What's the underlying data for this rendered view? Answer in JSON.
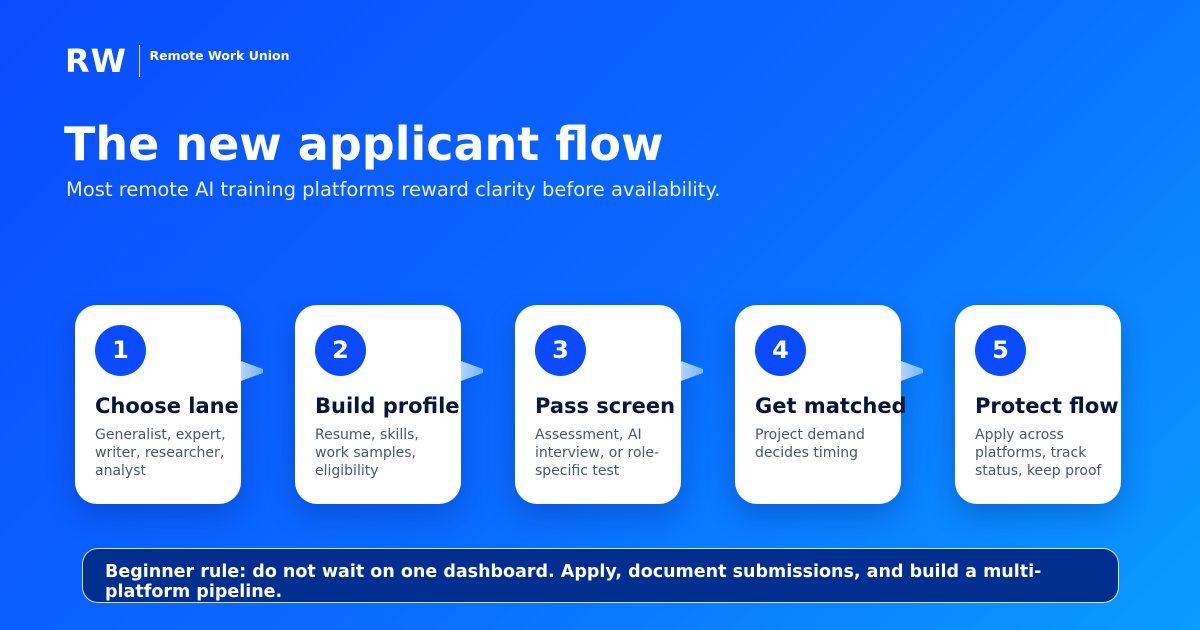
{
  "brand": {
    "logo": "RW",
    "name": "Remote Work Union"
  },
  "header": {
    "title": "The new applicant flow",
    "subtitle": "Most remote AI training platforms reward clarity before availability."
  },
  "steps": [
    {
      "number": "1",
      "title": "Choose lane",
      "description": "Generalist, expert, writer, researcher, analyst"
    },
    {
      "number": "2",
      "title": "Build profile",
      "description": "Resume, skills, work samples, eligibility"
    },
    {
      "number": "3",
      "title": "Pass screen",
      "description": "Assessment, AI interview, or role-specific test"
    },
    {
      "number": "4",
      "title": "Get matched",
      "description": "Project demand decides timing"
    },
    {
      "number": "5",
      "title": "Protect flow",
      "description": "Apply across platforms, track status, keep proof"
    }
  ],
  "rule": {
    "text": "Beginner rule: do not wait on one dashboard. Apply, document submissions, and build a multi-platform pipeline."
  },
  "colors": {
    "accent": "#0a4bff",
    "banner": "#002f8f",
    "card": "#ffffff",
    "card_title": "#0b1538"
  }
}
